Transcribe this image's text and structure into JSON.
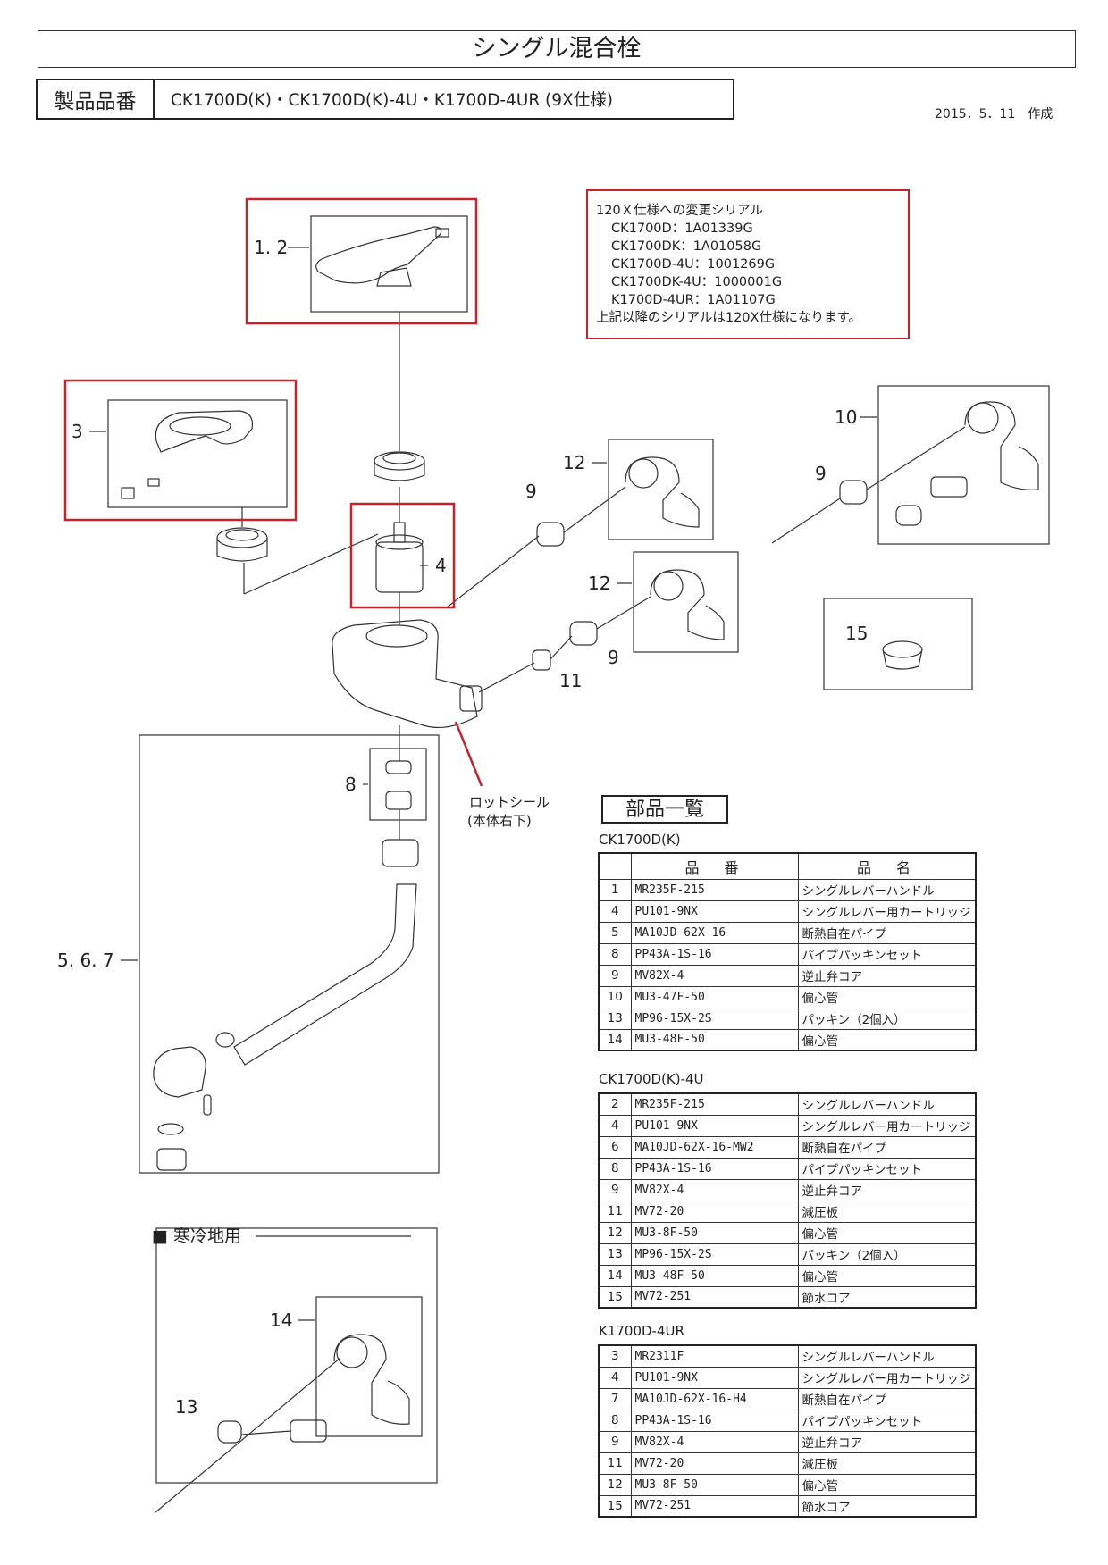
{
  "header": {
    "title": "シングル混合栓",
    "product_label": "製品品番",
    "product_value": "CK1700D(K)・CK1700D(K)-4U・K1700D-4UR (9X仕様)",
    "date": "2015．5．11　作成"
  },
  "serial_note": {
    "heading": "120Ｘ仕様への変更シリアル",
    "lines": [
      "CK1700D：1A01339G",
      "CK1700DK：1A01058G",
      "CK1700D-4U：1001269G",
      "CK1700DK-4U：1000001G",
      "K1700D-4UR：1A01107G"
    ],
    "footer": "上記以降のシリアルは120X仕様になります。"
  },
  "diagram": {
    "callouts": {
      "c12": "1. 2",
      "c3": "3",
      "c4": "4",
      "c9a": "9",
      "c12a": "12",
      "c10": "10",
      "c9b": "9",
      "c12b": "12",
      "c9c": "9",
      "c11": "11",
      "c15": "15",
      "c8": "8",
      "c567": "5. 6. 7",
      "c14": "14",
      "c13": "13"
    },
    "rod_seal": "ロットシール",
    "rod_seal_sub": "(本体右下)",
    "cold_region": "■ 寒冷地用"
  },
  "parts_list": {
    "title": "部品一覧",
    "header_code": "品　番",
    "header_name": "品　名",
    "models": [
      {
        "name": "CK1700D(K)",
        "rows": [
          {
            "no": "1",
            "code": "MR235F-215",
            "name": "シングルレバーハンドル"
          },
          {
            "no": "4",
            "code": "PU101-9NX",
            "name": "シングルレバー用カートリッジ"
          },
          {
            "no": "5",
            "code": "MA10JD-62X-16",
            "name": "断熱自在パイプ"
          },
          {
            "no": "8",
            "code": "PP43A-1S-16",
            "name": "パイプパッキンセット"
          },
          {
            "no": "9",
            "code": "MV82X-4",
            "name": "逆止弁コア"
          },
          {
            "no": "10",
            "code": "MU3-47F-50",
            "name": "偏心管"
          },
          {
            "no": "13",
            "code": "MP96-15X-2S",
            "name": "パッキン（2個入）"
          },
          {
            "no": "14",
            "code": "MU3-48F-50",
            "name": "偏心管"
          }
        ]
      },
      {
        "name": "CK1700D(K)-4U",
        "rows": [
          {
            "no": "2",
            "code": "MR235F-215",
            "name": "シングルレバーハンドル"
          },
          {
            "no": "4",
            "code": "PU101-9NX",
            "name": "シングルレバー用カートリッジ"
          },
          {
            "no": "6",
            "code": "MA10JD-62X-16-MW2",
            "name": "断熱自在パイプ"
          },
          {
            "no": "8",
            "code": "PP43A-1S-16",
            "name": "パイプパッキンセット"
          },
          {
            "no": "9",
            "code": "MV82X-4",
            "name": "逆止弁コア"
          },
          {
            "no": "11",
            "code": "MV72-20",
            "name": "減圧板"
          },
          {
            "no": "12",
            "code": "MU3-8F-50",
            "name": "偏心管"
          },
          {
            "no": "13",
            "code": "MP96-15X-2S",
            "name": "パッキン（2個入）"
          },
          {
            "no": "14",
            "code": "MU3-48F-50",
            "name": "偏心管"
          },
          {
            "no": "15",
            "code": "MV72-251",
            "name": "節水コア"
          }
        ]
      },
      {
        "name": "K1700D-4UR",
        "rows": [
          {
            "no": "3",
            "code": "MR2311F",
            "name": "シングルレバーハンドル"
          },
          {
            "no": "4",
            "code": "PU101-9NX",
            "name": "シングルレバー用カートリッジ"
          },
          {
            "no": "7",
            "code": "MA10JD-62X-16-H4",
            "name": "断熱自在パイプ"
          },
          {
            "no": "8",
            "code": "PP43A-1S-16",
            "name": "パイプパッキンセット"
          },
          {
            "no": "9",
            "code": "MV82X-4",
            "name": "逆止弁コア"
          },
          {
            "no": "11",
            "code": "MV72-20",
            "name": "減圧板"
          },
          {
            "no": "12",
            "code": "MU3-8F-50",
            "name": "偏心管"
          },
          {
            "no": "15",
            "code": "MV72-251",
            "name": "節水コア"
          }
        ]
      }
    ]
  },
  "colors": {
    "highlight": "#c8232c",
    "line": "#333333"
  }
}
